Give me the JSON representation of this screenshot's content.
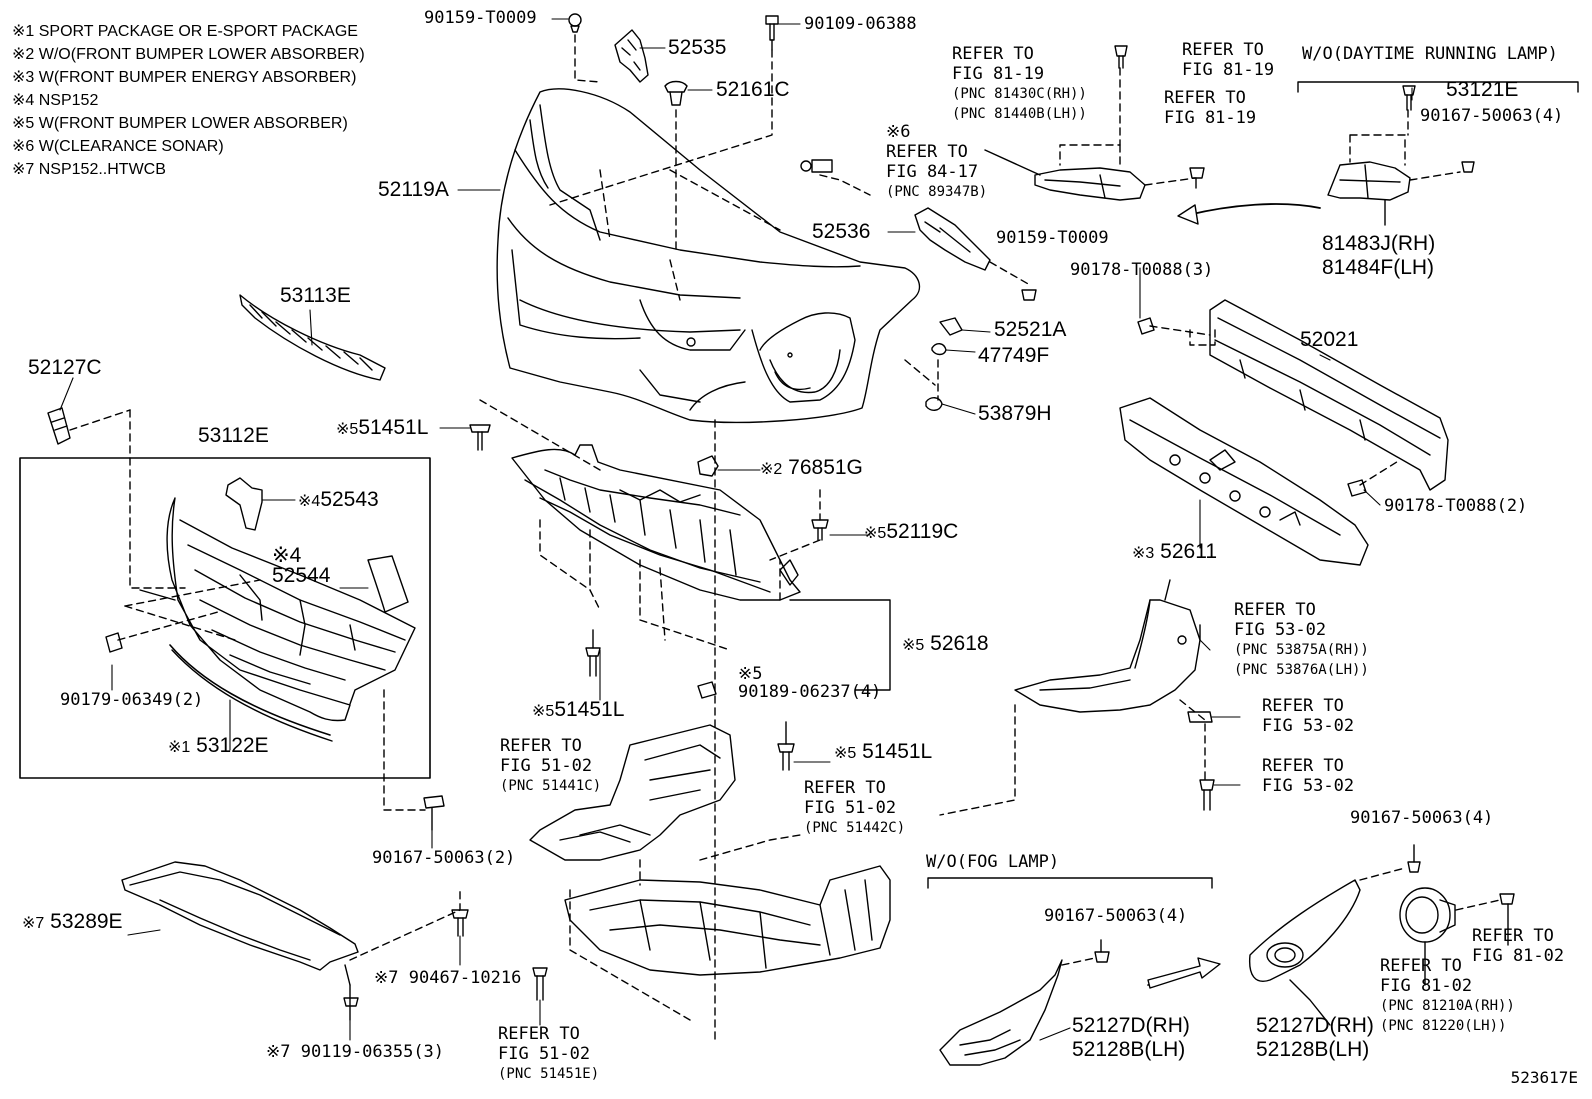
{
  "notes": [
    "※1 SPORT PACKAGE OR E-SPORT PACKAGE",
    "※2 W/O(FRONT BUMPER LOWER ABSORBER)",
    "※3 W(FRONT BUMPER ENERGY ABSORBER)",
    "※4 NSP152",
    "※5 W(FRONT BUMPER LOWER ABSORBER)",
    "※6 W(CLEARANCE SONAR)",
    "※7 NSP152..HTWCB"
  ],
  "figure_id": "523617E",
  "groups": {
    "daytime_running_lamp": "W/O(DAYTIME RUNNING LAMP)",
    "fog_lamp": "W/O(FOG LAMP)"
  },
  "parts": {
    "p90159_top": "90159-T0009",
    "p52535": "52535",
    "p90109": "90109-06388",
    "p52161C": "52161C",
    "p52119A": "52119A",
    "p53113E": "53113E",
    "p52127C": "52127C",
    "p53112E": "53112E",
    "p52543": "52543",
    "p52543_note": "※4",
    "p52544_note": "※4",
    "p52544": "52544",
    "p90179": "90179-06349(2)",
    "p53122E_note": "※1",
    "p53122E": "53122E",
    "p51451L_top_note": "※5",
    "p51451L_top": "51451L",
    "p76851G_note": "※2",
    "p76851G": "76851G",
    "p52119C_note": "※5",
    "p52119C": "52119C",
    "p52618_note": "※5",
    "p52618": "52618",
    "p51451L_mid_note": "※5",
    "p51451L_mid": "51451L",
    "p90189_note": "※5",
    "p90189": "90189-06237(4)",
    "p51451L_low_note": "※5",
    "p51451L_low": "51451L",
    "p90167_left": "90167-50063(2)",
    "p53289E_note": "※7",
    "p53289E": "53289E",
    "p90467_note": "※7",
    "p90467": "90467-10216",
    "p90119_note": "※7",
    "p90119": "90119-06355(3)",
    "p52536": "52536",
    "p90159_mid": "90159-T0009",
    "p52521A": "52521A",
    "p47749F": "47749F",
    "p53879H": "53879H",
    "p90178_a": "90178-T0088(3)",
    "p52021": "52021",
    "p90178_b": "90178-T0088(2)",
    "p52611_note": "※3",
    "p52611": "52611",
    "p53121E": "53121E",
    "p90167_drl": "90167-50063(4)",
    "p81483J": "81483J(RH)",
    "p81484F": "81484F(LH)",
    "p90167_fog": "90167-50063(4)",
    "p90167_fog2": "90167-50063(4)",
    "p52127D_a": "52127D(RH)",
    "p52128B_a": "52128B(LH)",
    "p52127D_b": "52127D(RH)",
    "p52128B_b": "52128B(LH)"
  },
  "references": {
    "r81_19_a": [
      "REFER TO",
      "FIG 81-19",
      "(PNC 81430C(RH))",
      "(PNC 81440B(LH))"
    ],
    "r81_19_b": [
      "REFER TO",
      "FIG 81-19"
    ],
    "r81_19_c": [
      "REFER TO",
      "FIG 81-19"
    ],
    "r84_17": [
      "※6",
      "REFER TO",
      "FIG 84-17",
      "(PNC 89347B)"
    ],
    "r53_02_a": [
      "REFER TO",
      "FIG 53-02",
      "(PNC 53875A(RH))",
      "(PNC 53876A(LH))"
    ],
    "r53_02_b": [
      "REFER TO",
      "FIG 53-02"
    ],
    "r53_02_c": [
      "REFER TO",
      "FIG 53-02"
    ],
    "r51_02_a": [
      "REFER TO",
      "FIG 51-02",
      "(PNC 51441C)"
    ],
    "r51_02_b": [
      "REFER TO",
      "FIG 51-02",
      "(PNC 51442C)"
    ],
    "r51_02_c": [
      "REFER TO",
      "FIG 51-02",
      "(PNC 51451E)"
    ],
    "r81_02_a": [
      "REFER TO",
      "FIG 81-02"
    ],
    "r81_02_b": [
      "REFER TO",
      "FIG 81-02",
      "(PNC 81210A(RH))",
      "(PNC 81220(LH))"
    ]
  }
}
